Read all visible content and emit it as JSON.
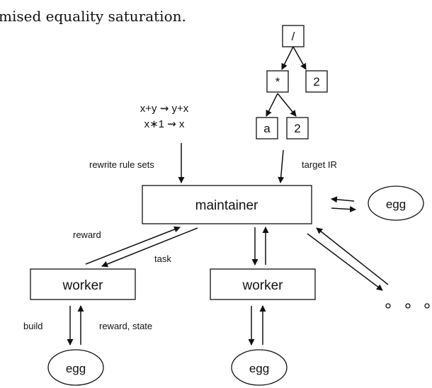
{
  "caption": "mised equality saturation.",
  "target_tree": {
    "root": "/",
    "mul": "*",
    "two_right": "2",
    "a": "a",
    "two_left": "2"
  },
  "rules": [
    "x+y ⇝ y+x",
    "x∗1 ⇝ x"
  ],
  "labels": {
    "rewrite_rule_sets": "rewrite rule sets",
    "target_ir": "target IR",
    "reward": "reward",
    "task": "task",
    "build": "build",
    "reward_state": "reward, state"
  },
  "boxes": {
    "maintainer": "maintainer",
    "worker_left": "worker",
    "worker_mid": "worker"
  },
  "eggs": {
    "right": "egg",
    "left": "egg",
    "mid": "egg"
  }
}
